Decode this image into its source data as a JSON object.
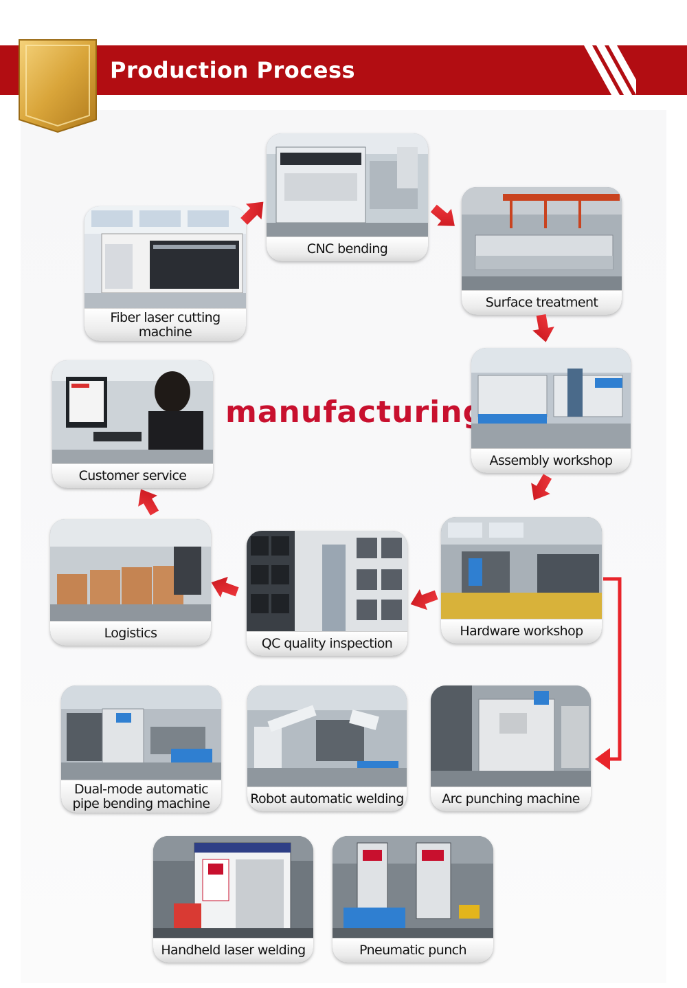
{
  "header": {
    "title": "Production Process"
  },
  "center_label": "manufacturing",
  "colors": {
    "banner_red": "#b20d12",
    "arrow_red": "#e8242a",
    "gold": "#d9a53a"
  },
  "steps": [
    {
      "id": "fiber-laser",
      "line1": "Fiber laser cutting",
      "line2": "machine"
    },
    {
      "id": "cnc-bending",
      "line1": "CNC bending",
      "line2": ""
    },
    {
      "id": "surface-treatment",
      "line1": "Surface treatment",
      "line2": ""
    },
    {
      "id": "assembly-workshop",
      "line1": "Assembly workshop",
      "line2": ""
    },
    {
      "id": "customer-service",
      "line1": "Customer service",
      "line2": ""
    },
    {
      "id": "hardware-workshop",
      "line1": "Hardware workshop",
      "line2": ""
    },
    {
      "id": "qc-inspection",
      "line1": "QC quality inspection",
      "line2": ""
    },
    {
      "id": "logistics",
      "line1": "Logistics",
      "line2": ""
    },
    {
      "id": "pipe-bending",
      "line1": "Dual-mode automatic",
      "line2": "pipe bending machine"
    },
    {
      "id": "robot-welding",
      "line1": "Robot automatic welding",
      "line2": ""
    },
    {
      "id": "arc-punching",
      "line1": "Arc punching machine",
      "line2": ""
    },
    {
      "id": "laser-welding",
      "line1": "Handheld laser welding",
      "line2": ""
    },
    {
      "id": "pneumatic-punch",
      "line1": "Pneumatic punch",
      "line2": ""
    }
  ]
}
